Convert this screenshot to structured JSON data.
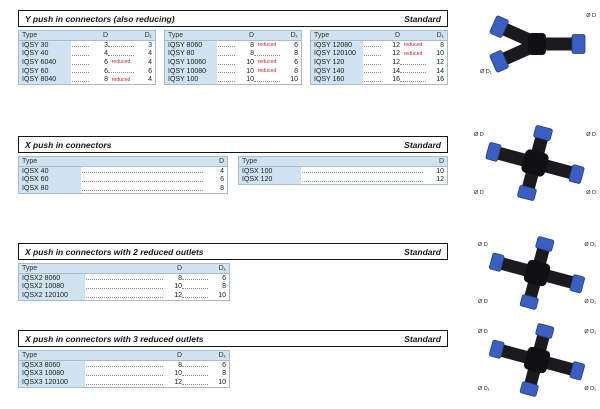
{
  "colors": {
    "table_header_bg": "#cfe3f0",
    "reduced_red": "#cc2222",
    "collet_blue": "#3a5fc1",
    "body_black": "#1b1b1d"
  },
  "sections": [
    {
      "title": "Y push in connectors (also reducing)",
      "standard": "Standard",
      "tables": [
        {
          "headers": {
            "type": "Type",
            "d": "D",
            "d1": "D₁"
          },
          "rows": [
            {
              "type": "IQSY 30",
              "d": "3",
              "d1": "3"
            },
            {
              "type": "IQSY 40",
              "d": "4",
              "d1": "4"
            },
            {
              "type": "IQSY 6040",
              "d": "6",
              "reduced": "reduced",
              "d1": "4"
            },
            {
              "type": "IQSY 60",
              "d": "6",
              "d1": "6"
            },
            {
              "type": "IQSY 8040",
              "d": "8",
              "reduced": "reduced",
              "d1": "4"
            }
          ]
        },
        {
          "headers": {
            "type": "Type",
            "d": "D",
            "d1": "D₁"
          },
          "rows": [
            {
              "type": "IQSY 8060",
              "d": "8",
              "reduced": "reduced",
              "d1": "6"
            },
            {
              "type": "IQSY 80",
              "d": "8",
              "d1": "8"
            },
            {
              "type": "IQSY 10060",
              "d": "10",
              "reduced": "reduced",
              "d1": "6"
            },
            {
              "type": "IQSY 10080",
              "d": "10",
              "reduced": "reduced",
              "d1": "8"
            },
            {
              "type": "IQSY 100",
              "d": "10",
              "d1": "10"
            }
          ]
        },
        {
          "headers": {
            "type": "Type",
            "d": "D",
            "d1": "D₁"
          },
          "rows": [
            {
              "type": "IQSY 12080",
              "d": "12",
              "reduced": "reduced",
              "d1": "8"
            },
            {
              "type": "IQSY 120100",
              "d": "12",
              "reduced": "reduced",
              "d1": "10"
            },
            {
              "type": "IQSY 120",
              "d": "12",
              "d1": "12"
            },
            {
              "type": "IQSY 140",
              "d": "14",
              "d1": "14"
            },
            {
              "type": "IQSY 160",
              "d": "16",
              "d1": "16"
            }
          ]
        }
      ],
      "image": {
        "labels": {
          "top_right": "Ø D",
          "bottom_left": "Ø D₁"
        }
      }
    },
    {
      "title": "X push in connectors",
      "standard": "Standard",
      "tables": [
        {
          "headers": {
            "type": "Type",
            "d": "D"
          },
          "rows": [
            {
              "type": "IQSX 40",
              "d": "4"
            },
            {
              "type": "IQSX 60",
              "d": "6"
            },
            {
              "type": "IQSX 80",
              "d": "8"
            }
          ]
        },
        {
          "headers": {
            "type": "Type",
            "d": "D"
          },
          "rows": [
            {
              "type": "IQSX 100",
              "d": "10"
            },
            {
              "type": "IQSX 120",
              "d": "12"
            }
          ]
        }
      ],
      "image": {
        "labels": {
          "top_left": "Ø D",
          "top_right": "Ø D",
          "bottom_left": "Ø D",
          "bottom_right": "Ø D"
        }
      }
    },
    {
      "title": "X push in connectors with 2 reduced outlets",
      "standard": "Standard",
      "tables": [
        {
          "headers": {
            "type": "Type",
            "d": "D",
            "d1": "D₁"
          },
          "rows": [
            {
              "type": "IQSX2 8060",
              "d": "8",
              "d1": "6"
            },
            {
              "type": "IQSX2 10080",
              "d": "10",
              "d1": "8"
            },
            {
              "type": "IQSX2 120100",
              "d": "12",
              "d1": "10"
            }
          ]
        }
      ],
      "image": {
        "labels": {
          "top_left": "Ø D",
          "top_right": "Ø D₁",
          "bottom_left": "Ø D",
          "bottom_right": "Ø D₁"
        }
      }
    },
    {
      "title": "X push in connectors with 3 reduced outlets",
      "standard": "Standard",
      "tables": [
        {
          "headers": {
            "type": "Type",
            "d": "D",
            "d1": "D₁"
          },
          "rows": [
            {
              "type": "IQSX3 8060",
              "d": "8",
              "d1": "6"
            },
            {
              "type": "IQSX3 10080",
              "d": "10",
              "d1": "8"
            },
            {
              "type": "IQSX3 120100",
              "d": "12",
              "d1": "10"
            }
          ]
        }
      ],
      "image": {
        "labels": {
          "top_left": "Ø D",
          "top_right": "Ø D₁",
          "bottom_left": "Ø D₁",
          "bottom_right": "Ø D₁"
        }
      }
    }
  ]
}
